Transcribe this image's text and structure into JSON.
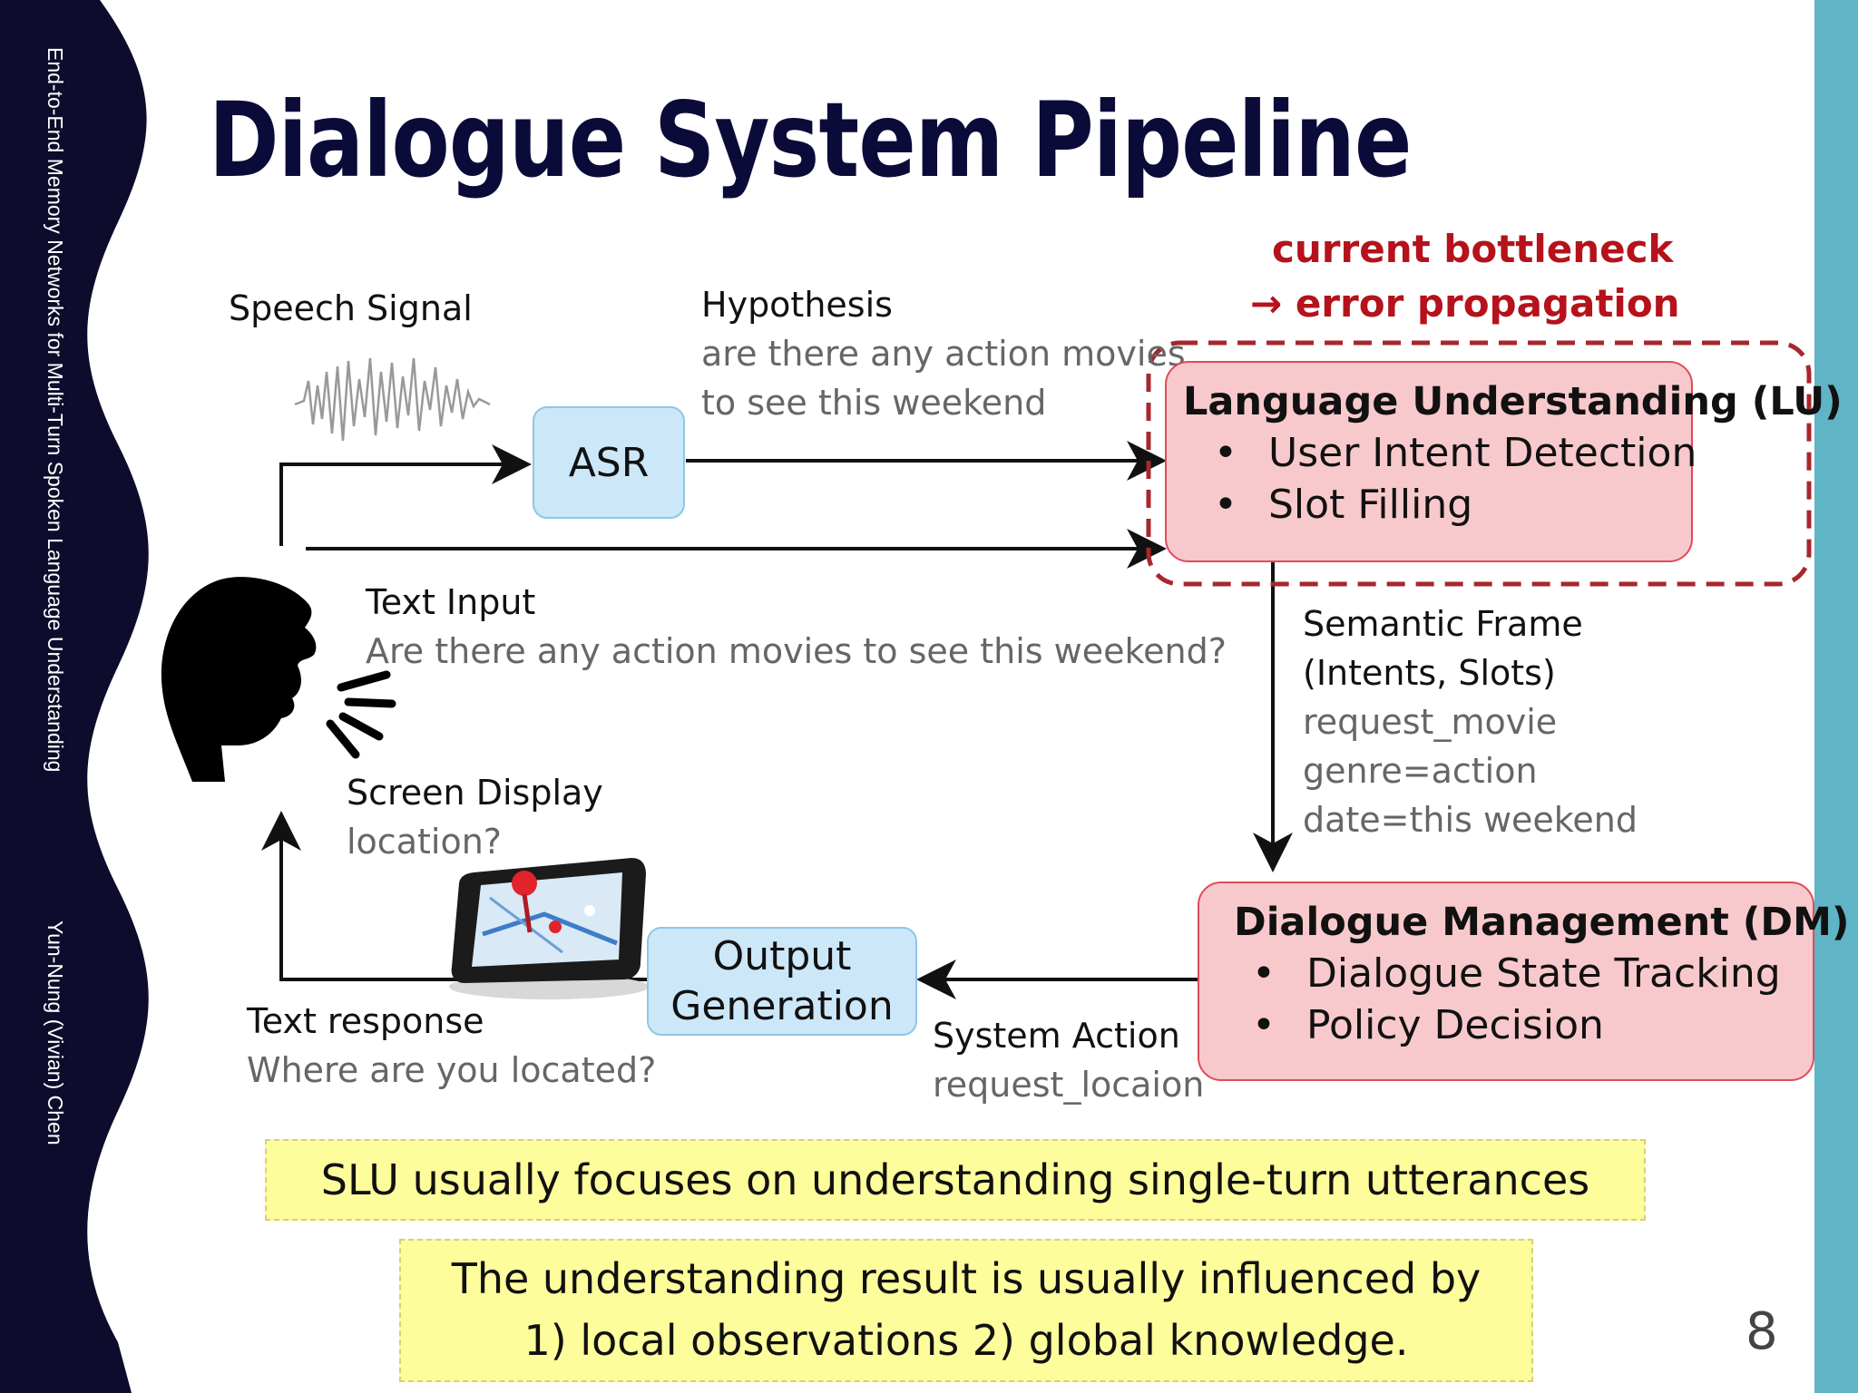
{
  "sidebar": {
    "deck_title": "End-to-End Memory Networks for Multi-Turn Spoken Language Understanding",
    "author": "Yun-Nung (Vivian) Chen"
  },
  "slide": {
    "title": "Dialogue System Pipeline",
    "page_number": "8"
  },
  "bottleneck": {
    "line1": "current bottleneck",
    "line2": "→ error propagation"
  },
  "speech": {
    "label": "Speech Signal"
  },
  "asr": {
    "label": "ASR"
  },
  "hypothesis": {
    "label": "Hypothesis",
    "line1": "are there any action movies",
    "line2": "to see this weekend"
  },
  "text_input": {
    "label": "Text Input",
    "value": "Are there any action movies to see this weekend?"
  },
  "lu": {
    "title": "Language Understanding (LU)",
    "items": [
      "User Intent Detection",
      "Slot Filling"
    ]
  },
  "semantic_frame": {
    "line1": "Semantic Frame",
    "line2": "(Intents, Slots)",
    "values": [
      "request_movie",
      "genre=action",
      "date=this weekend"
    ]
  },
  "dm": {
    "title": "Dialogue Management (DM)",
    "items": [
      "Dialogue State Tracking",
      "Policy Decision"
    ]
  },
  "system_action": {
    "label": "System Action",
    "value": "request_locaion"
  },
  "output_gen": {
    "line1": "Output",
    "line2": "Generation"
  },
  "screen_display": {
    "label": "Screen Display",
    "value": "location?"
  },
  "text_response": {
    "label": "Text response",
    "value": "Where are you located?"
  },
  "notes": {
    "note1": "SLU usually focuses on understanding single-turn utterances",
    "note2_line1": "The understanding result is usually influenced by",
    "note2_line2": "1) local observations 2) global knowledge."
  },
  "colors": {
    "sidebar": "#0d0c2c",
    "title": "#0b0b3a",
    "accent_right_bar": "#5fb4c6",
    "bottleneck_red": "#b5121b",
    "pink_box": "#f8c9cc",
    "blue_box": "#cce8f8",
    "yellow_note": "#fdfd9c"
  }
}
